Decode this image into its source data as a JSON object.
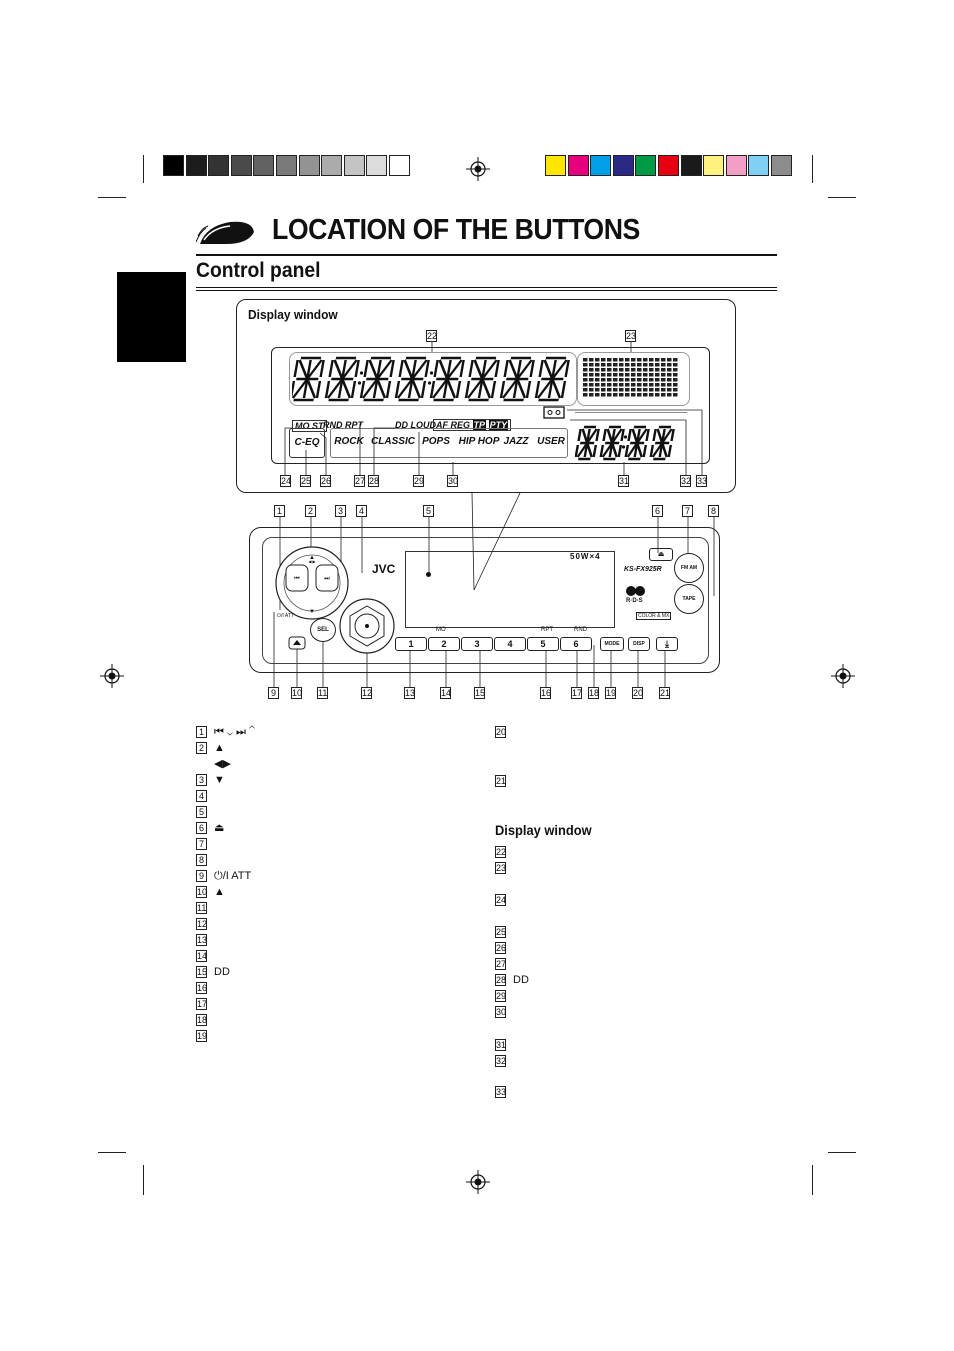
{
  "title": "LOCATION OF THE BUTTONS",
  "section": "Control panel",
  "display_window_label": "Display window",
  "display_window_heading": "Display window",
  "brand": "JVC",
  "power_label": "50W×4",
  "model": "KS-FX925R",
  "rds_label": "R·D·S",
  "color_label": "COLOR & MX",
  "lcd": {
    "indicators_top": [
      "MO",
      "ST",
      "RND",
      "RPT",
      "LOUD",
      "AF",
      "REG",
      "TP",
      "PTY"
    ],
    "eq_modes": [
      "C-EQ",
      "ROCK",
      "CLASSIC",
      "POPS",
      "HIP HOP",
      "JAZZ",
      "USER"
    ],
    "main_digits": "88:88:8888",
    "clock_digits": "88:88"
  },
  "panel_buttons": {
    "presets": [
      "1",
      "2",
      "3",
      "4",
      "5",
      "6"
    ],
    "sel": "SEL",
    "fm_am": "FM AM",
    "tape": "TAPE",
    "mode": "MODE",
    "disp": "DISP",
    "att": "ATT",
    "mo": "MO",
    "rpt": "RPT",
    "rnd": "RND"
  },
  "callouts_display": [
    "22",
    "23",
    "24",
    "25",
    "26",
    "27",
    "28",
    "29",
    "30",
    "31",
    "32",
    "33"
  ],
  "callouts_panel_top": [
    "1",
    "2",
    "3",
    "4",
    "5",
    "6",
    "7",
    "8"
  ],
  "callouts_panel_bottom": [
    "9",
    "10",
    "11",
    "12",
    "13",
    "14",
    "15",
    "16",
    "17",
    "18",
    "19",
    "20",
    "21"
  ],
  "list_left": [
    {
      "n": "1",
      "icon": "⏮ ⌄ ⏭ ⌃"
    },
    {
      "n": "2",
      "icon": "▲"
    },
    {
      "n": "",
      "icon": "◀▶"
    },
    {
      "n": "3",
      "icon": "▼"
    },
    {
      "n": "4",
      "icon": ""
    },
    {
      "n": "5",
      "icon": ""
    },
    {
      "n": "6",
      "icon": "⏏"
    },
    {
      "n": "7",
      "icon": ""
    },
    {
      "n": "8",
      "icon": ""
    },
    {
      "n": "9",
      "icon": "⏻/I ATT"
    },
    {
      "n": "10",
      "icon": "▲"
    },
    {
      "n": "11",
      "icon": ""
    },
    {
      "n": "12",
      "icon": ""
    },
    {
      "n": "13",
      "icon": ""
    },
    {
      "n": "14",
      "icon": ""
    },
    {
      "n": "15",
      "icon": "DD"
    },
    {
      "n": "16",
      "icon": ""
    },
    {
      "n": "17",
      "icon": ""
    },
    {
      "n": "18",
      "icon": ""
    },
    {
      "n": "19",
      "icon": ""
    }
  ],
  "list_right_top": [
    {
      "n": "20",
      "icon": ""
    },
    {
      "n": "21",
      "icon": ""
    }
  ],
  "list_right_display": [
    {
      "n": "22",
      "icon": ""
    },
    {
      "n": "23",
      "icon": ""
    },
    {
      "n": "24",
      "icon": ""
    },
    {
      "n": "25",
      "icon": ""
    },
    {
      "n": "26",
      "icon": ""
    },
    {
      "n": "27",
      "icon": ""
    },
    {
      "n": "28",
      "icon": "DD"
    },
    {
      "n": "29",
      "icon": ""
    },
    {
      "n": "30",
      "icon": ""
    },
    {
      "n": "31",
      "icon": ""
    },
    {
      "n": "32",
      "icon": ""
    },
    {
      "n": "33",
      "icon": ""
    }
  ],
  "colors": {
    "gray_bar": [
      "#000000",
      "#1c1c1c",
      "#333333",
      "#4a4a4a",
      "#626262",
      "#7a7a7a",
      "#939393",
      "#ababab",
      "#c4c4c4",
      "#dcdcdc",
      "#ffffff"
    ],
    "color_bar": [
      "#ffe600",
      "#e6007e",
      "#00a0e9",
      "#2a2a86",
      "#009944",
      "#e60012",
      "#1a1a1a",
      "#fff280",
      "#f29fc5",
      "#7fd0f4",
      "#8c8c8c"
    ]
  }
}
